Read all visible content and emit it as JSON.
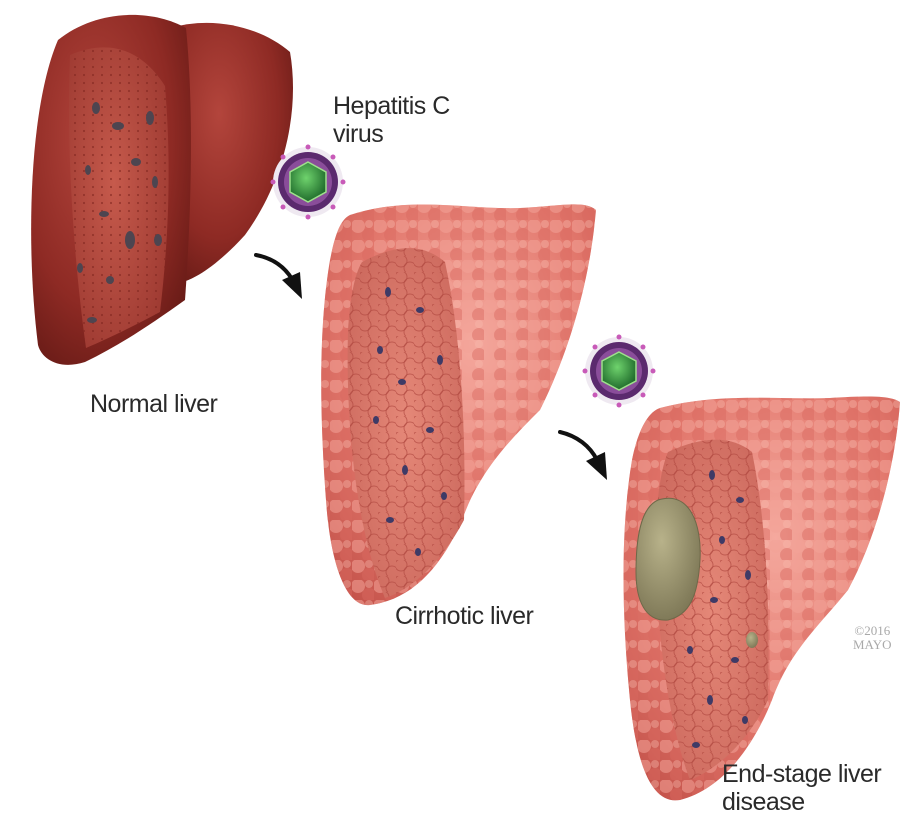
{
  "labels": {
    "virus": [
      "Hepatitis C",
      "virus"
    ],
    "normal": "Normal liver",
    "cirrhotic": "Cirrhotic liver",
    "end_stage": [
      "End-stage liver",
      "disease"
    ]
  },
  "copyright": [
    "©2016",
    "MAYO"
  ],
  "colors": {
    "normal_liver": "#8e2a24",
    "normal_cut": "#b0463c",
    "cirrhotic_liver": "#e2776c",
    "nodule": "#cf5e56",
    "virus_shell": "#5b2a6e",
    "virus_core": "#3fa34a",
    "scar": "#8f8a66",
    "arrow": "#111111"
  }
}
